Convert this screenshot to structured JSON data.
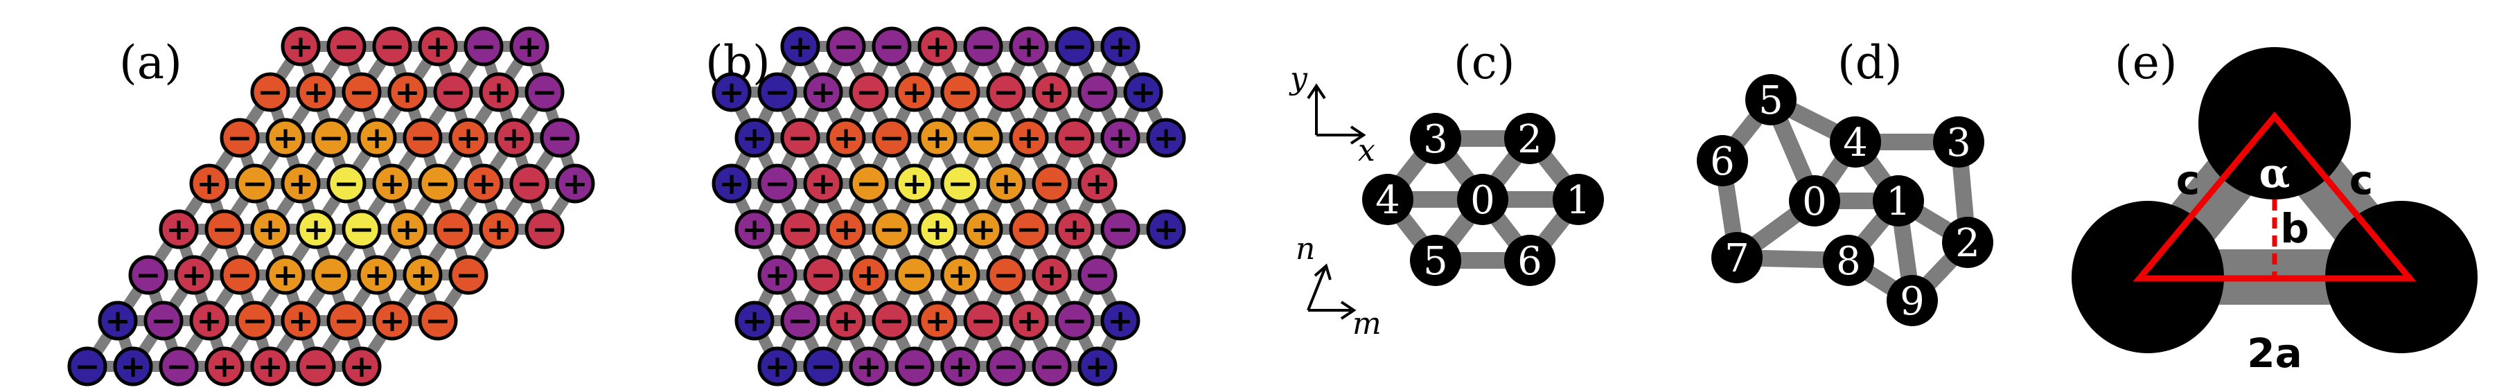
{
  "panels": {
    "a": {
      "label": "(a)",
      "rows": [
        "+--+-+",
        "-+-+-+-",
        "-+-+-++-",
        "+-+-+-+-+",
        "+-++-+-+-",
        "-+-+-++-",
        "+-+-+-+-",
        "-+-++-+"
      ]
    },
    "b": {
      "label": "(b)",
      "rows": [
        "+--+-+-+",
        "+-+-+--+-+",
        "+-+-+-+-++",
        "+-+-+-+-+",
        "+-+-++-+-+",
        "+-+-+-+-",
        "+-+-+-+-+",
        "+-+-+--+"
      ]
    },
    "c": {
      "label": "(c)",
      "axes_top": {
        "x": "x",
        "y": "y"
      },
      "axes_bottom": {
        "m": "m",
        "n": "n"
      },
      "nodes": [
        "3",
        "2",
        "4",
        "0",
        "1",
        "5",
        "6"
      ]
    },
    "d": {
      "label": "(d)",
      "nodes": [
        "5",
        "4",
        "3",
        "6",
        "0",
        "1",
        "7",
        "8",
        "2",
        "9"
      ]
    },
    "e": {
      "label": "(e)",
      "side_left": "c",
      "side_right": "c",
      "angle": "α",
      "height": "b",
      "base": "2a"
    }
  },
  "colors": {
    "charge_gradient": [
      "#f3e84a",
      "#e8961e",
      "#e1542a",
      "#c7364d",
      "#8a2a8e",
      "#32219d"
    ],
    "bond": "#7d7d7d",
    "node": "#000000",
    "triangle": "#ee0000"
  }
}
